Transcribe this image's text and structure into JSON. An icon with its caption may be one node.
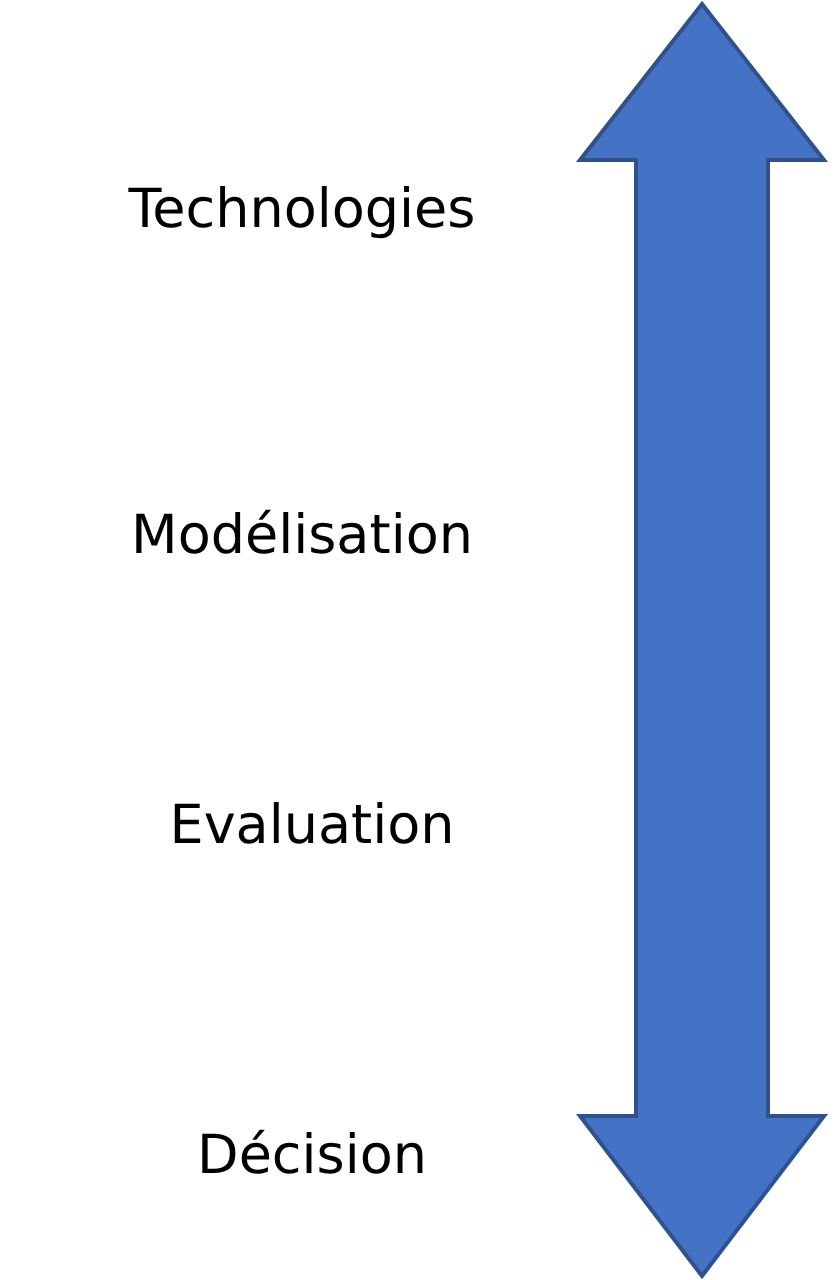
{
  "diagram": {
    "labels": [
      "Technologies",
      "Modélisation",
      "Evaluation",
      "Décision"
    ]
  }
}
